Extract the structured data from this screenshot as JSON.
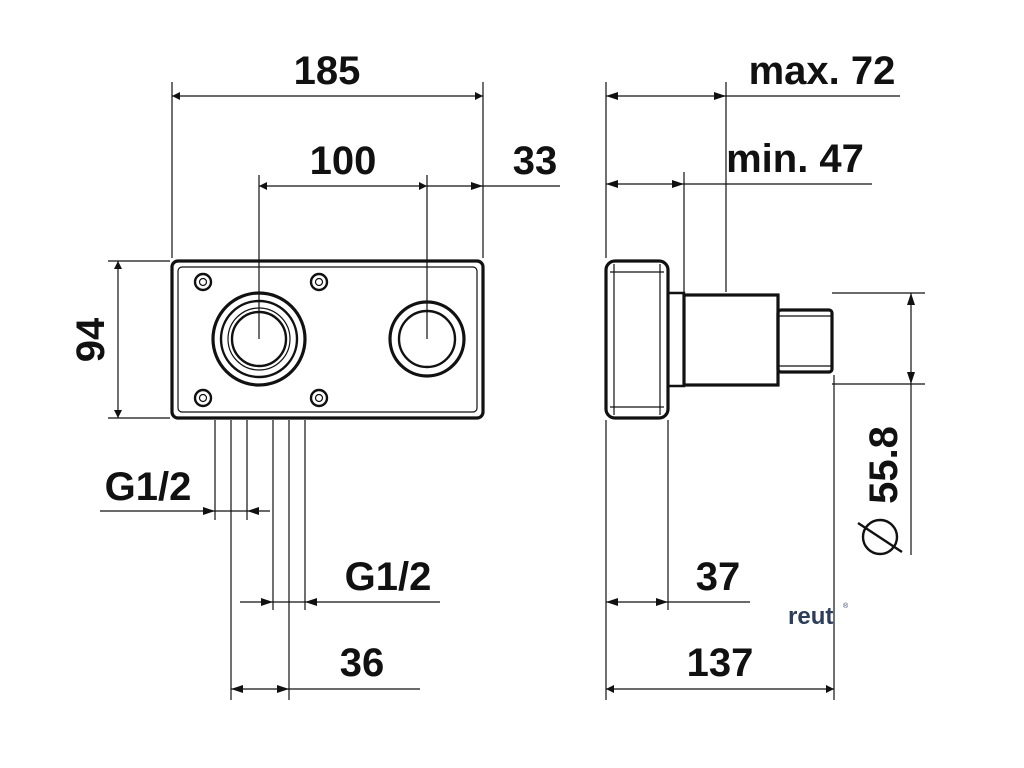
{
  "front_view": {
    "dim_width_total": "185",
    "dim_inlet_spacing": "100",
    "dim_right_offset": "33",
    "dim_height": "94",
    "dim_thread_left": "G1/2",
    "dim_thread_right": "G1/2",
    "dim_pipe_spacing": "36"
  },
  "side_view": {
    "dim_max_depth": "max. 72",
    "dim_min_depth": "min. 47",
    "dim_diameter": "55.8",
    "dim_flange_depth": "37",
    "dim_total_depth": "137"
  },
  "logo": {
    "text": "reut",
    "superscript": "®"
  },
  "colors": {
    "line": "#111111",
    "logo": "#2c3e5a"
  }
}
